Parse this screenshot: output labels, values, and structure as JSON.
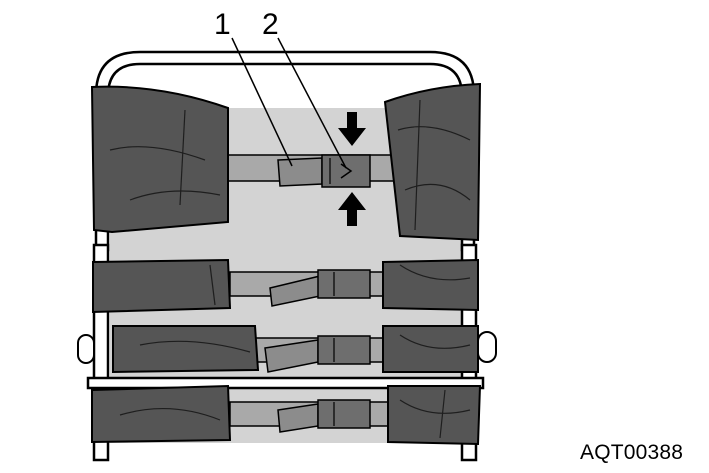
{
  "figure": {
    "callouts": [
      {
        "number": "1",
        "meaning": "strap"
      },
      {
        "number": "2",
        "meaning": "buckle"
      }
    ],
    "reference_code": "AQT00388",
    "colors": {
      "frame": "#ffffff",
      "outline": "#000000",
      "backing": "#d3d3d3",
      "cargo": "#555555",
      "strap": "#8c8c8c",
      "buckle": "#6e6e6e"
    },
    "icons": [
      "press-down-arrow-icon",
      "press-up-arrow-icon"
    ]
  }
}
